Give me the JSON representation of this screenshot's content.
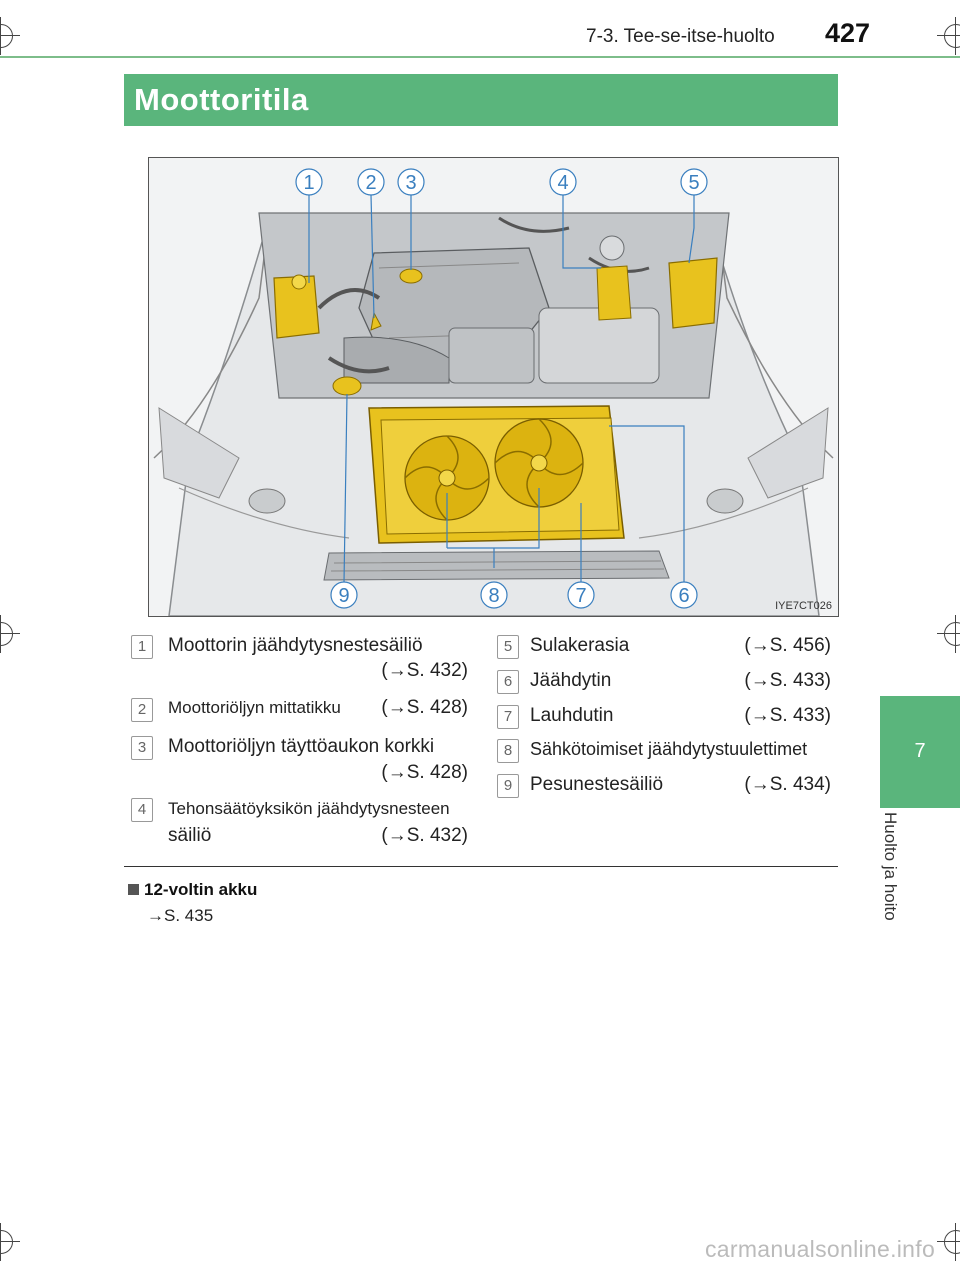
{
  "header": {
    "section": "7-3. Tee-se-itse-huolto",
    "page_number": "427"
  },
  "title": "Moottoritila",
  "side_tab": {
    "number": "7",
    "label": "Huolto ja hoito"
  },
  "figure": {
    "code": "IYE7CT026",
    "top_callouts": [
      "1",
      "2",
      "3",
      "4",
      "5"
    ],
    "bottom_callouts": [
      "9",
      "8",
      "7",
      "6"
    ]
  },
  "items_left": [
    {
      "num": "1",
      "label": "Moottorin jäähdytysnestesäiliö",
      "ref": "(→S. 432)"
    },
    {
      "num": "2",
      "label": "Moottoriöljyn mittatikku",
      "ref": "(→S. 428)"
    },
    {
      "num": "3",
      "label": "Moottoriöljyn täyttöaukon korkki",
      "ref": "(→S. 428)"
    },
    {
      "num": "4",
      "label": "Tehonsäätöyksikön jäähdytysnesteen",
      "label2": "säiliö",
      "ref": "(→S. 432)"
    }
  ],
  "items_right": [
    {
      "num": "5",
      "label": "Sulakerasia",
      "ref": "(→S. 456)"
    },
    {
      "num": "6",
      "label": "Jäähdytin",
      "ref": "(→S. 433)"
    },
    {
      "num": "7",
      "label": "Lauhdutin",
      "ref": "(→S. 433)"
    },
    {
      "num": "8",
      "label": "Sähkötoimiset jäähdytystuulettimet",
      "ref": ""
    },
    {
      "num": "9",
      "label": "Pesunestesäiliö",
      "ref": "(→S. 434)"
    }
  ],
  "battery": {
    "title": "12-voltin akku",
    "ref": "→S. 435"
  },
  "watermark": "carmanualsonline.info",
  "colors": {
    "accent_green": "#5ab57c",
    "highlight_yellow": "#e8c21e"
  }
}
